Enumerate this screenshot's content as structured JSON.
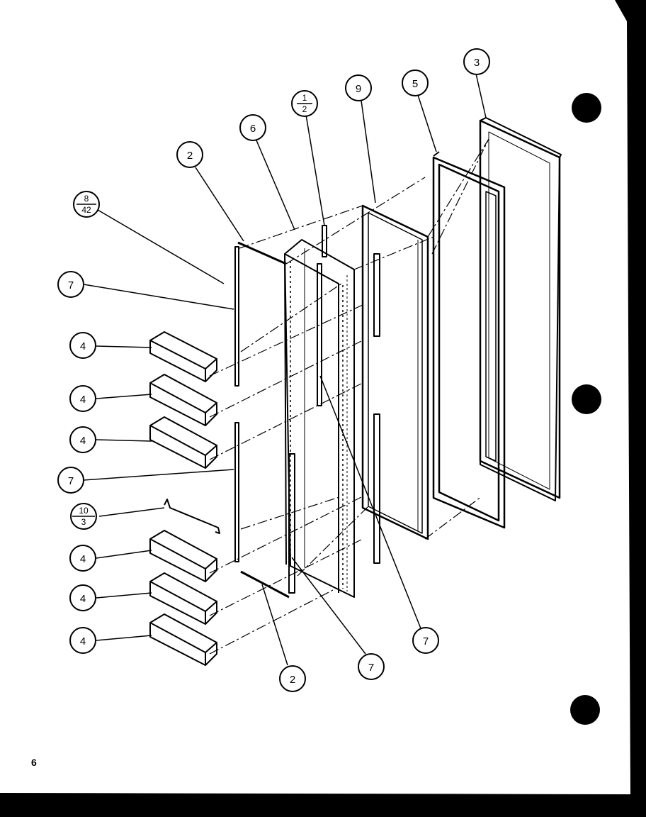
{
  "page_number": "6",
  "callouts": [
    {
      "id": "c3",
      "label": "3"
    },
    {
      "id": "c5",
      "label": "5"
    },
    {
      "id": "c9",
      "label": "9"
    },
    {
      "id": "c1-2",
      "numerator": "1",
      "denominator": "2"
    },
    {
      "id": "c6",
      "label": "6"
    },
    {
      "id": "c2a",
      "label": "2"
    },
    {
      "id": "c8-42",
      "numerator": "8",
      "denominator": "42"
    },
    {
      "id": "c7a",
      "label": "7"
    },
    {
      "id": "c4a",
      "label": "4"
    },
    {
      "id": "c4b",
      "label": "4"
    },
    {
      "id": "c4c",
      "label": "4"
    },
    {
      "id": "c7b",
      "label": "7"
    },
    {
      "id": "c10-3",
      "numerator": "10",
      "denominator": "3"
    },
    {
      "id": "c4d",
      "label": "4"
    },
    {
      "id": "c4e",
      "label": "4"
    },
    {
      "id": "c4f",
      "label": "4"
    },
    {
      "id": "c2b",
      "label": "2"
    },
    {
      "id": "c7c",
      "label": "7"
    },
    {
      "id": "c7d",
      "label": "7"
    }
  ],
  "colors": {
    "paper": "#ffffff",
    "ink": "#000000",
    "background": "#000000"
  }
}
